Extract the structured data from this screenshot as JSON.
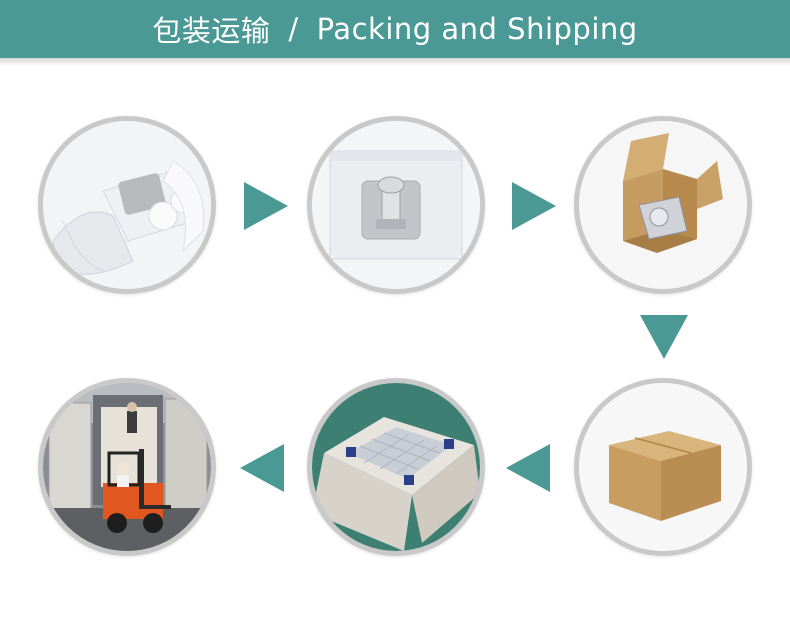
{
  "header": {
    "title_cn": "包装运输",
    "separator": "/",
    "title_en": "Packing and Shipping"
  },
  "colors": {
    "accent": "#4a9995",
    "ring": "#c9c9c9",
    "cardboard": "#c8a26a"
  },
  "steps": [
    {
      "name": "step-wrap-hook"
    },
    {
      "name": "step-bagged-hook"
    },
    {
      "name": "step-single-box"
    },
    {
      "name": "step-sealed-box"
    },
    {
      "name": "step-carton-packing"
    },
    {
      "name": "step-container-loading"
    }
  ]
}
